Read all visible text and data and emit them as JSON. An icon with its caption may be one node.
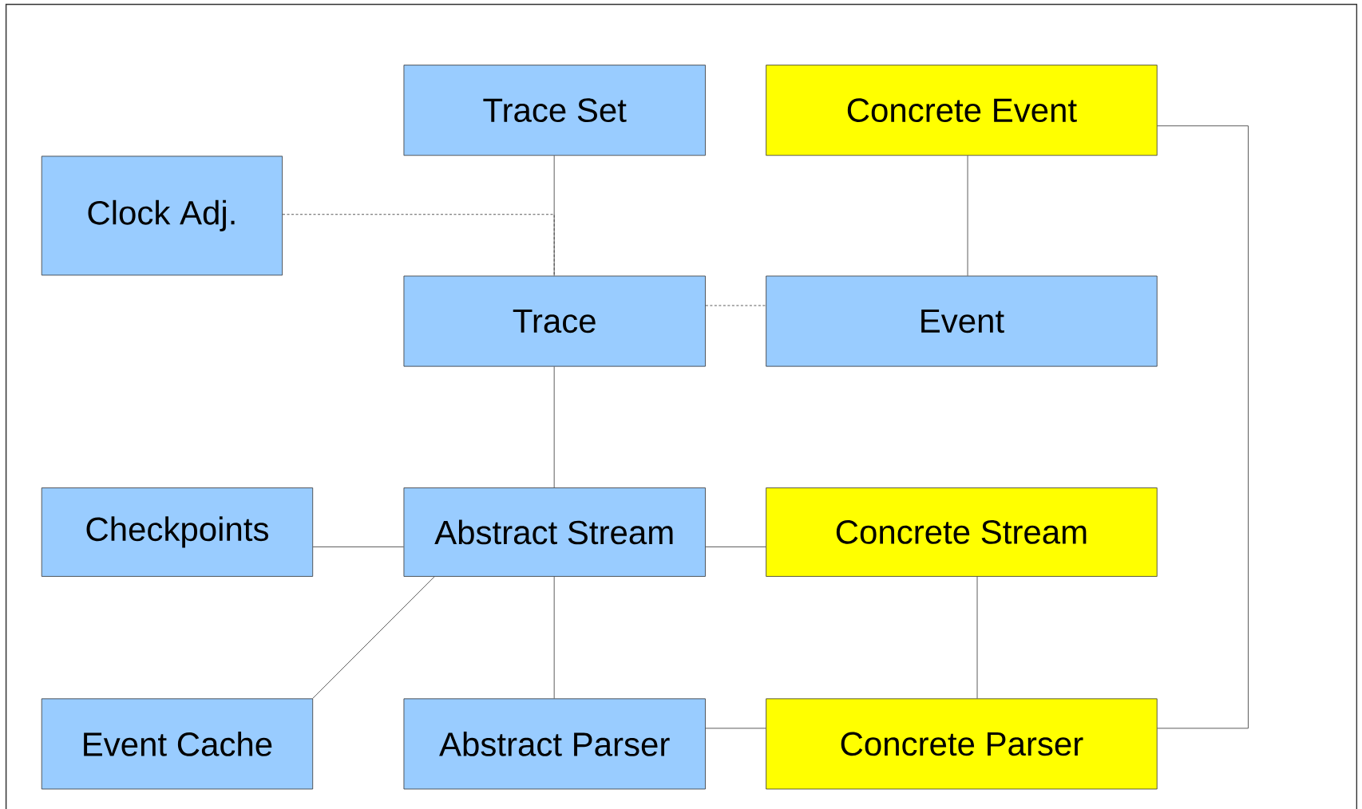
{
  "diagram": {
    "nodes": [
      {
        "text": [
          "Trace Set"
        ]
      },
      {
        "text": [
          "Concrete Event"
        ]
      },
      {
        "text": [
          "Clock Adj."
        ]
      },
      {
        "text": [
          "Trace"
        ]
      },
      {
        "text": [
          "Event"
        ]
      },
      {
        "text": [
          "Checkpoints"
        ]
      },
      {
        "text": [
          "Abstract Stream"
        ]
      },
      {
        "text": [
          "Concrete Stream"
        ]
      },
      {
        "text": [
          "Event Cache"
        ]
      },
      {
        "text": [
          "Abstract Parser"
        ]
      },
      {
        "text": [
          "Concrete Parser"
        ]
      }
    ],
    "edges": [
      {
        "from": 0,
        "to": 3,
        "arrow": "none"
      },
      {
        "from": 2,
        "to": 3,
        "arrow": "none",
        "style": "dashed"
      },
      {
        "from": 3,
        "to": 4,
        "arrow": "none",
        "style": "dashed"
      },
      {
        "from": 1,
        "to": 4,
        "arrow": "none"
      },
      {
        "from": 1,
        "to": 10,
        "arrow": "none"
      },
      {
        "from": 3,
        "to": 6,
        "arrow": "none"
      },
      {
        "from": 5,
        "to": 6,
        "arrow": "none"
      },
      {
        "from": 6,
        "to": 7,
        "arrow": "none"
      },
      {
        "from": 6,
        "to": 8,
        "arrow": "none"
      },
      {
        "from": 6,
        "to": 9,
        "arrow": "none"
      },
      {
        "from": 7,
        "to": 10,
        "arrow": "none"
      },
      {
        "from": 9,
        "to": 10,
        "arrow": "none"
      }
    ]
  }
}
